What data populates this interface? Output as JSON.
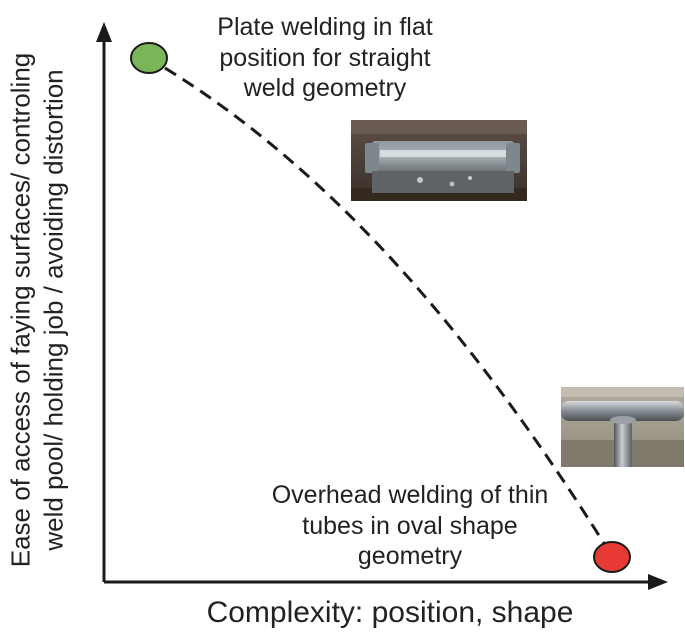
{
  "axes": {
    "x_title": "Complexity: position, shape",
    "y_title_line1": "Ease of access of faying surfaces/ controling",
    "y_title_line2": "weld pool/ holding job / avoiding distortion"
  },
  "top_note": {
    "line1": "Plate welding in flat",
    "line2": "position for straight",
    "line3": "weld geometry"
  },
  "bottom_note": {
    "line1": "Overhead welding of thin",
    "line2": "tubes in oval shape",
    "line3": "geometry"
  },
  "colors": {
    "start_marker": "#7bb55a",
    "end_marker": "#e83a35",
    "axis": "#1a1a1a",
    "curve": "#1a1a1a"
  },
  "images": {
    "plate_photo": "welded-plate-photo",
    "tube_photo": "welded-tube-photo"
  }
}
